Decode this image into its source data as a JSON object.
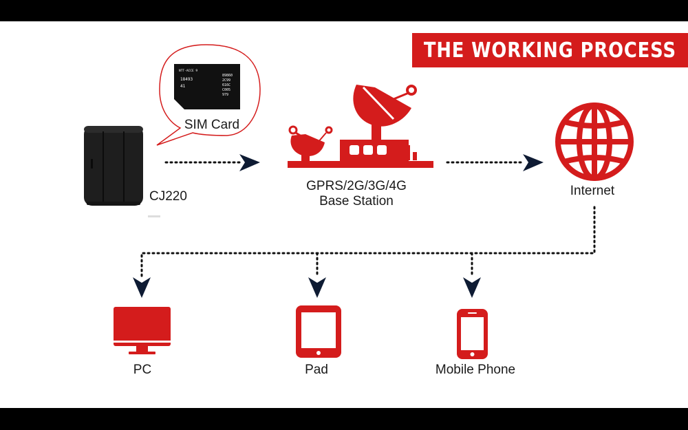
{
  "banner": {
    "title": "THE WORKING PROCESS"
  },
  "device": {
    "label": "CJ220"
  },
  "sim": {
    "label": "SIM Card",
    "card_text_top": "NTT-ACCE 9",
    "card_text_left": [
      "18493",
      "41"
    ],
    "card_text_right": [
      "89860",
      "2C99",
      "616C",
      "C005",
      "979"
    ]
  },
  "base_station": {
    "line1": "GPRS/2G/3G/4G",
    "line2": "Base Station"
  },
  "internet": {
    "label": "Internet"
  },
  "endpoints": [
    {
      "label": "PC",
      "icon": "monitor-icon"
    },
    {
      "label": "Pad",
      "icon": "tablet-icon"
    },
    {
      "label": "Mobile Phone",
      "icon": "phone-icon"
    }
  ],
  "colors": {
    "accent": "#d41c1c",
    "arrow": "#0e1b33",
    "device": "#1e1e1e",
    "text": "#1a1a1a"
  }
}
